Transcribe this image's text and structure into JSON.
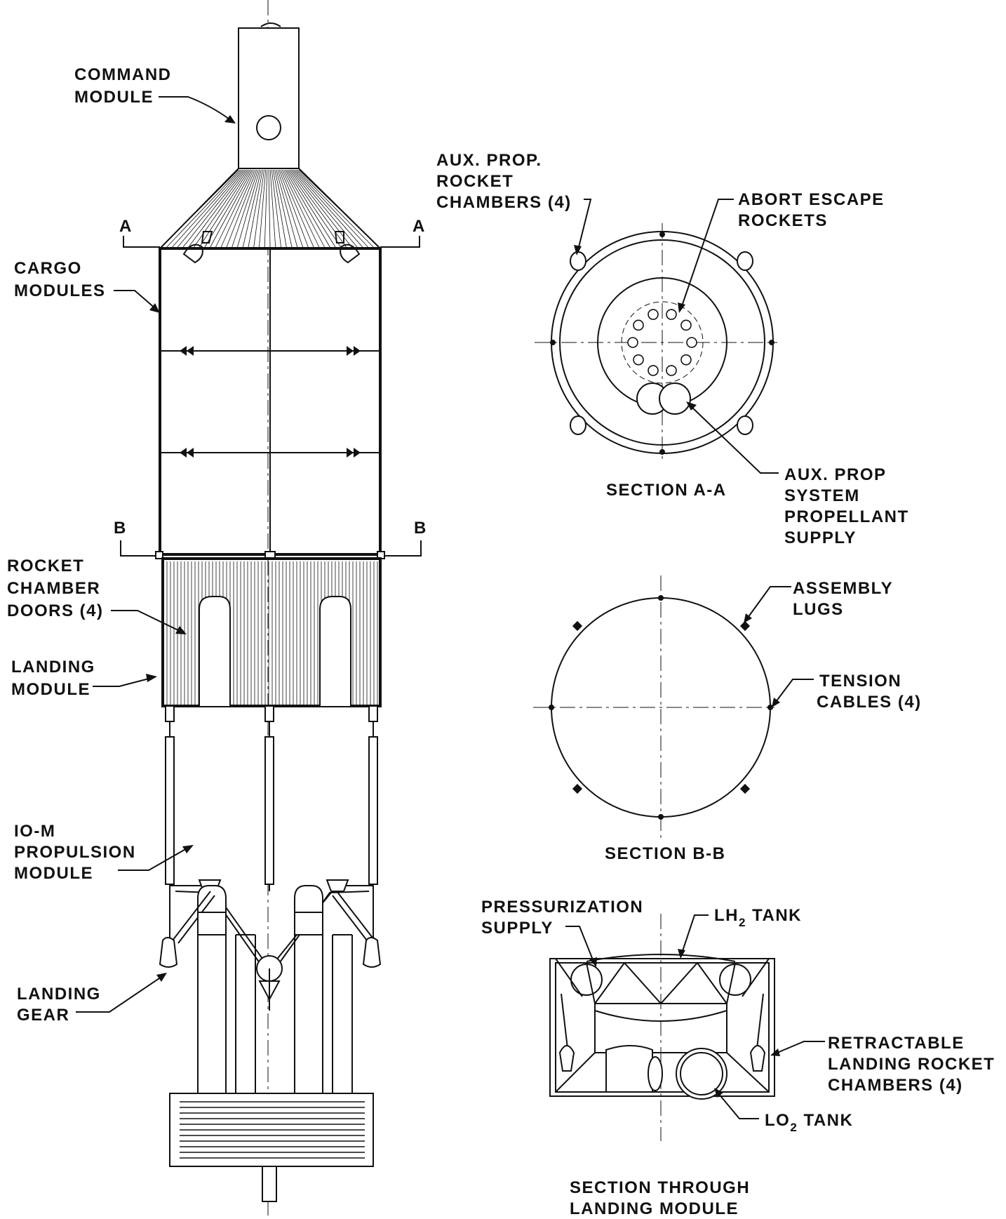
{
  "labels": {
    "command_module": [
      "COMMAND",
      "MODULE"
    ],
    "cargo_modules": [
      "CARGO",
      "MODULES"
    ],
    "rocket_chamber_doors": [
      "ROCKET",
      "CHAMBER",
      "DOORS (4)"
    ],
    "landing_module": [
      "LANDING",
      "MODULE"
    ],
    "propulsion_module": [
      "IO-M",
      "PROPULSION",
      "MODULE"
    ],
    "landing_gear": [
      "LANDING",
      "GEAR"
    ],
    "aux_prop_chambers": [
      "AUX. PROP.",
      "ROCKET",
      "CHAMBERS (4)"
    ],
    "abort_escape_rockets": [
      "ABORT ESCAPE",
      "ROCKETS"
    ],
    "aux_prop_supply": [
      "AUX. PROP",
      "SYSTEM",
      "PROPELLANT",
      "SUPPLY"
    ],
    "assembly_lugs": [
      "ASSEMBLY",
      "LUGS"
    ],
    "tension_cables": [
      "TENSION",
      "CABLES (4)"
    ],
    "pressurization_supply": [
      "PRESSURIZATION",
      "SUPPLY"
    ],
    "lh2_tank": {
      "main": "LH",
      "sub": "2",
      "rest": " TANK"
    },
    "lo2_tank": {
      "main": "LO",
      "sub": "2",
      "rest": " TANK"
    },
    "retractable_chambers": [
      "RETRACTABLE",
      "LANDING ROCKET",
      "CHAMBERS (4)"
    ]
  },
  "sections": {
    "a_marker": "A",
    "b_marker": "B",
    "section_aa": "SECTION A-A",
    "section_bb": "SECTION B-B",
    "section_landing": [
      "SECTION THROUGH",
      "LANDING MODULE"
    ]
  }
}
